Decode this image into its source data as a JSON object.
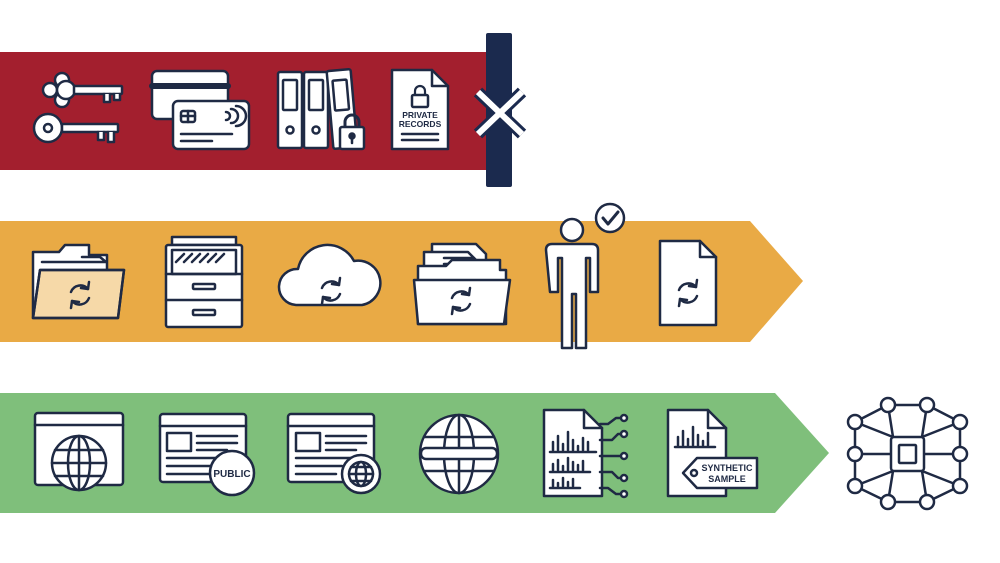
{
  "colors": {
    "blocked_band": "#a31f2e",
    "allowed_band": "#e9aa45",
    "public_band": "#7fbf7b",
    "stroke": "#1f2a44",
    "barrier": "#1b2a4e",
    "fill": "#ffffff"
  },
  "bands": [
    {
      "id": "blocked",
      "outcome": "blocked",
      "icons": [
        "keys-icon",
        "credit-cards-icon",
        "locked-binders-icon",
        "private-records-document-icon"
      ]
    },
    {
      "id": "allowed",
      "outcome": "continues",
      "icons": [
        "sync-folder-icon",
        "filing-cabinet-icon",
        "cloud-sync-icon",
        "document-folder-sync-icon",
        "approved-person-icon",
        "sync-document-icon"
      ]
    },
    {
      "id": "public",
      "outcome": "feeds-ai",
      "icons": [
        "web-browser-globe-icon",
        "public-webpage-icon",
        "webpage-globe-icon",
        "globe-icon",
        "data-document-icon",
        "synthetic-sample-tag-icon"
      ]
    }
  ],
  "labels": {
    "private_records_line1": "PRIVATE",
    "private_records_line2": "RECORDS",
    "public_badge": "PUBLIC",
    "synthetic_line1": "SYNTHETIC",
    "synthetic_line2": "SAMPLE"
  },
  "barrier_icon": "blocked-x-icon",
  "destination_icon": "ai-neural-chip-icon"
}
